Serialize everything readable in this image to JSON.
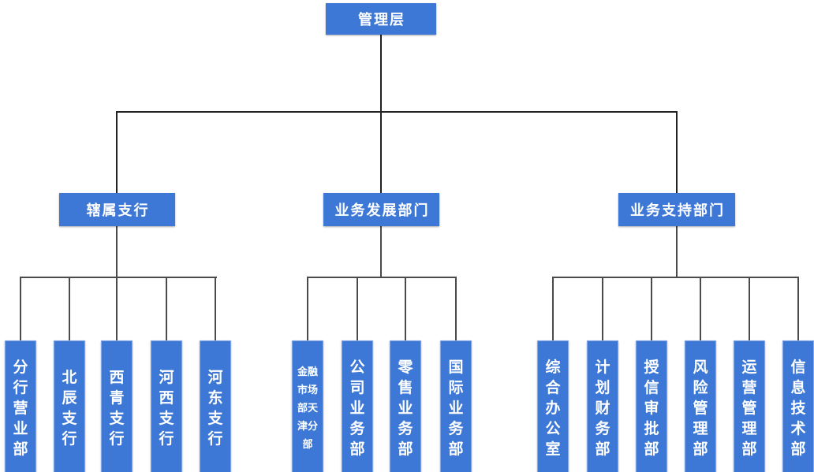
{
  "chart": {
    "type": "org-chart",
    "root": {
      "label": "管理层"
    },
    "groups": [
      {
        "label": "辖属支行",
        "children": [
          {
            "label": "分行营业部"
          },
          {
            "label": "北辰支行"
          },
          {
            "label": "西青支行"
          },
          {
            "label": "河西支行"
          },
          {
            "label": "河东支行"
          }
        ]
      },
      {
        "label": "业务发展部门",
        "children": [
          {
            "label": "金融市场部天津分部"
          },
          {
            "label": "公司业务部"
          },
          {
            "label": "零售业务部"
          },
          {
            "label": "国际业务部"
          }
        ]
      },
      {
        "label": "业务支持部门",
        "children": [
          {
            "label": "综合办公室"
          },
          {
            "label": "计划财务部"
          },
          {
            "label": "授信审批部"
          },
          {
            "label": "风险管理部"
          },
          {
            "label": "运营管理部"
          },
          {
            "label": "信息技术部"
          }
        ]
      }
    ]
  },
  "colors": {
    "box_fill": "#3d78d6",
    "leaf_border": "#85a9e6",
    "line_color": "#4a4a4a",
    "line_color_dark": "#222222",
    "text_color": "#ffffff",
    "background": "#ffffff"
  }
}
